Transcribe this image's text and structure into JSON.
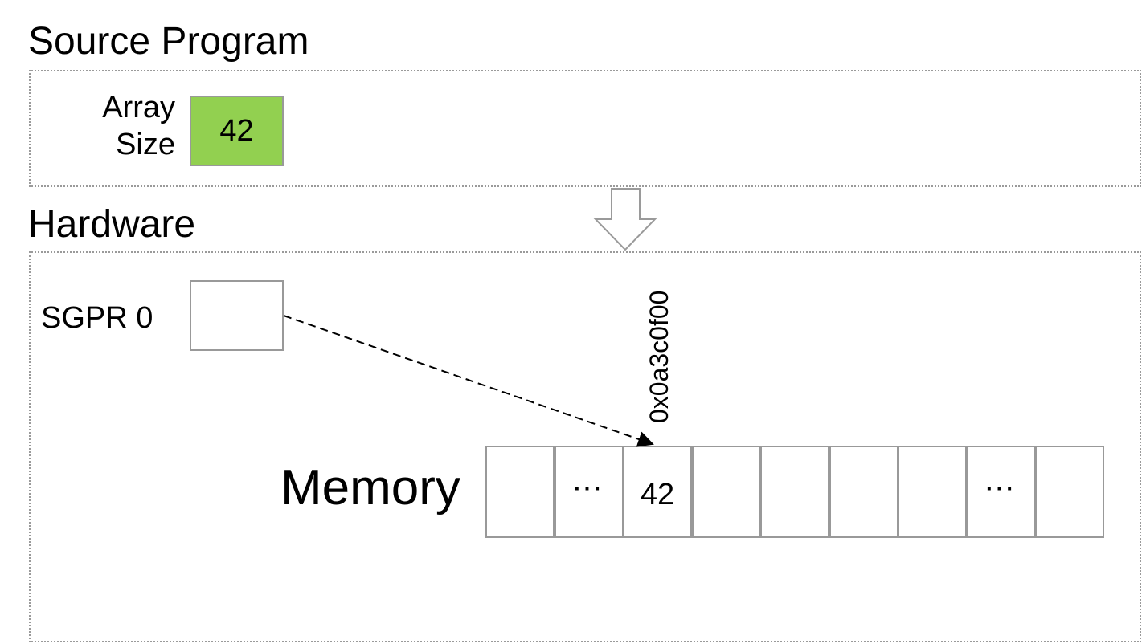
{
  "source_section": {
    "title": "Source Program",
    "array_size_label_line1": "Array",
    "array_size_label_line2": "Size",
    "array_size_value": "42"
  },
  "hardware_section": {
    "title": "Hardware",
    "sgpr_label": "SGPR 0",
    "sgpr_value": "",
    "memory_label": "Memory",
    "address_label": "0x0a3c0f00",
    "memory_cells": [
      "",
      "⋯",
      "42",
      "",
      "",
      "",
      "",
      "⋯",
      ""
    ],
    "highlight_cell_index": 2
  },
  "colors": {
    "highlight": "#92d050",
    "border": "#999999",
    "panel_border": "#9a9a9a"
  }
}
